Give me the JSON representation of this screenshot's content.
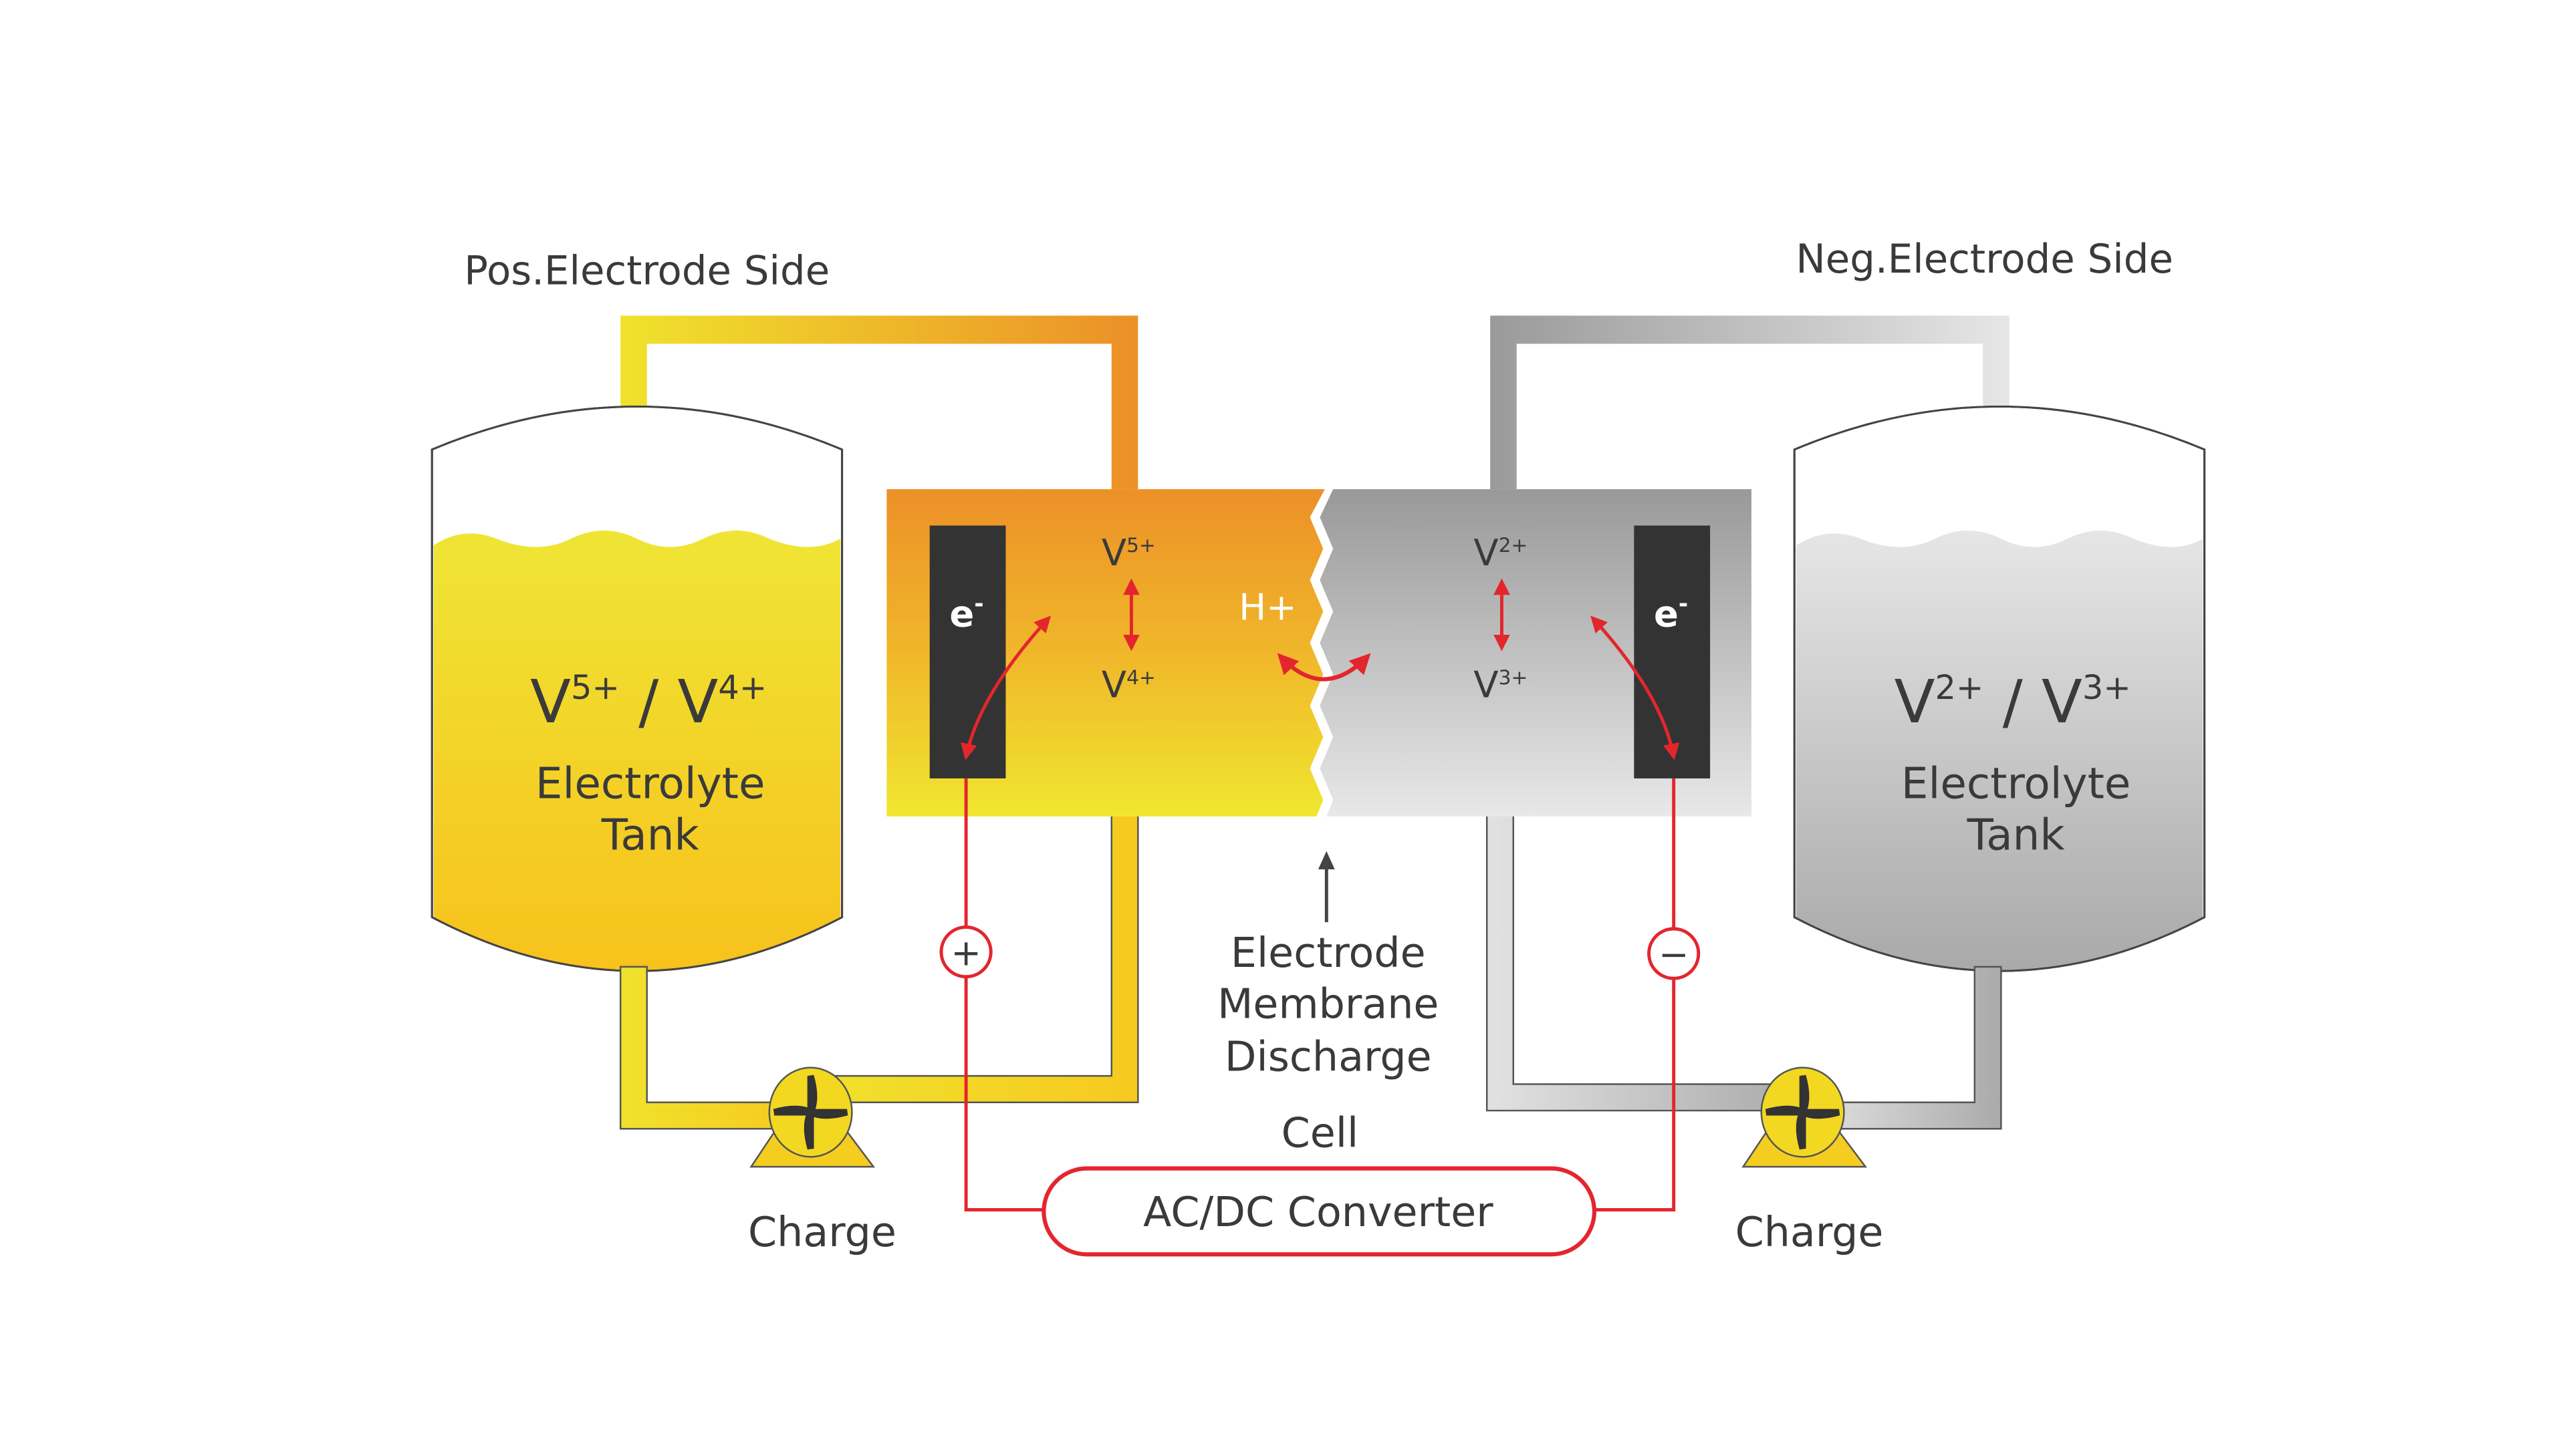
{
  "labels": {
    "pos_side": "Pos.Electrode Side",
    "neg_side": "Neg.Electrode Side",
    "left_tank_ions_a": "V",
    "left_tank_sup_a": "5+",
    "left_tank_sep": " / V",
    "left_tank_sup_b": "4+",
    "right_tank_ions_a": "V",
    "right_tank_sup_a": "2+",
    "right_tank_sep": " / V",
    "right_tank_sup_b": "3+",
    "tank_line1": "Electrolyte",
    "tank_line2": "Tank",
    "electron": "e",
    "electron_sup": "-",
    "v5": "V",
    "v5_sup": "5+",
    "v4": "V",
    "v4_sup": "4+",
    "v2": "V",
    "v2_sup": "2+",
    "v3": "V",
    "v3_sup": "3+",
    "proton": "H+",
    "membrane_line1": "Electrode",
    "membrane_line2": "Membrane",
    "membrane_line3": "Discharge",
    "cell": "Cell",
    "converter": "AC/DC Converter",
    "charge_left": "Charge",
    "charge_right": "Charge",
    "plus": "+",
    "minus": "−"
  },
  "colors": {
    "positive_electrolyte": "#f5c81e",
    "positive_cell_top": "#ec9028",
    "negative_electrolyte": "#b0b0b0",
    "circuit": "#e3262e",
    "electrode": "#333333"
  }
}
